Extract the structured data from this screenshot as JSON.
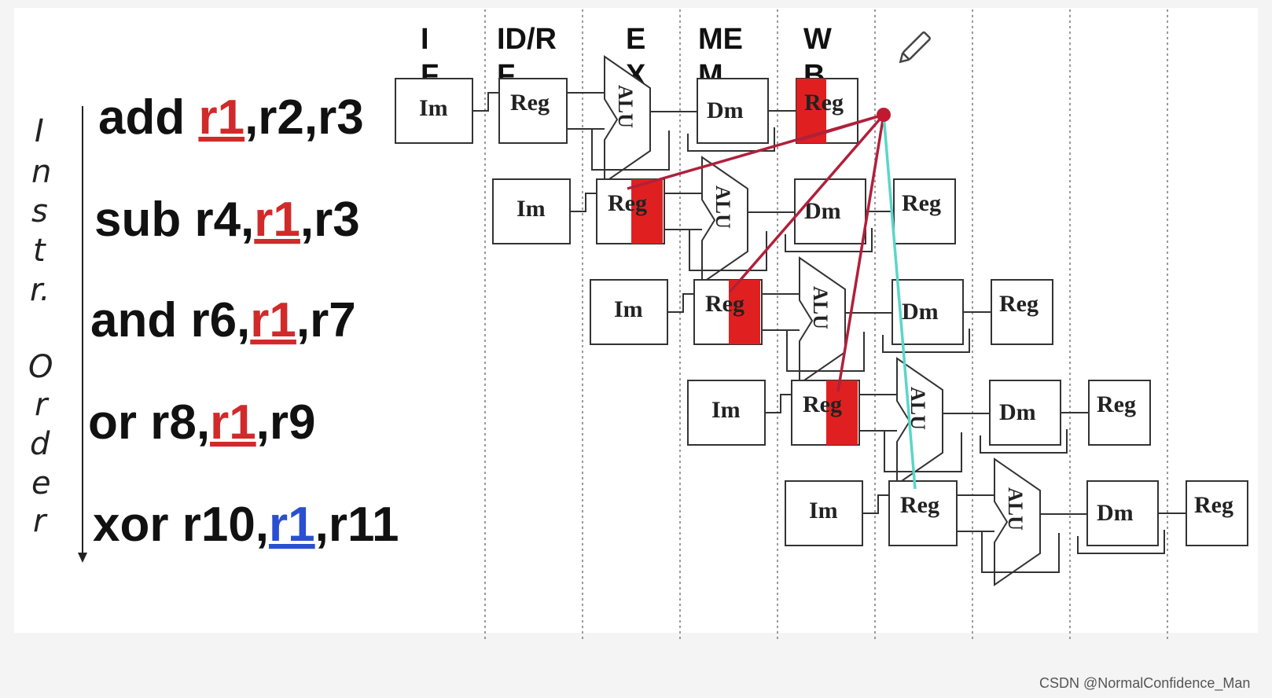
{
  "stages": [
    "I",
    "F",
    "ID/R",
    "F",
    "E",
    "X",
    "ME",
    "M",
    "W",
    "B"
  ],
  "axis_label": [
    "I",
    "n",
    "s",
    "t",
    "r.",
    "O",
    "r",
    "d",
    "e",
    "r"
  ],
  "instructions": [
    {
      "parts": [
        "add ",
        "r1",
        ",r2,r3"
      ]
    },
    {
      "parts": [
        "sub r4,",
        "r1",
        ",r3"
      ]
    },
    {
      "parts": [
        "and r6,",
        "r1",
        ",r7"
      ]
    },
    {
      "parts": [
        "or   r8,",
        "r1",
        ",r9"
      ]
    },
    {
      "parts": [
        "xor r10,",
        "r1",
        ",r11"
      ]
    }
  ],
  "block_labels": {
    "im": "Im",
    "reg": "Reg",
    "alu": "ALU",
    "dm": "Dm"
  },
  "colors": {
    "highlight": "#e02020",
    "forward": "#b0203a",
    "fix": "#5ad6c8",
    "blue": "#2a4fd0",
    "red_text": "#d12a2a"
  },
  "icon": "pencil-icon",
  "watermark": "CSDN @NormalConfidence_Man"
}
